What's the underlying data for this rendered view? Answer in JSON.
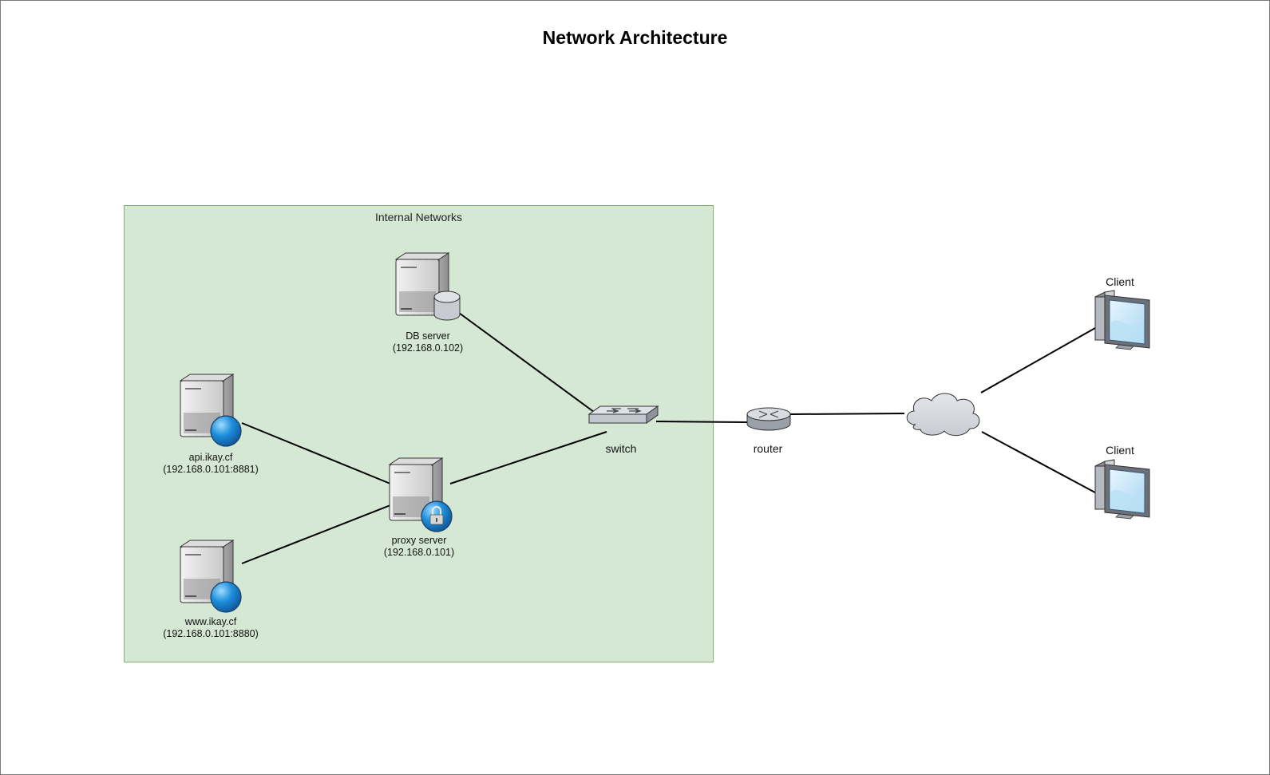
{
  "title": "Network Architecture",
  "group": {
    "label": "Internal Networks",
    "fill": "#d5e8d4",
    "stroke": "#82b366"
  },
  "nodes": {
    "db": {
      "name": "DB server",
      "addr": "(192.168.0.102)",
      "icon": "database-server-icon"
    },
    "api": {
      "name": "api.ikay.cf",
      "addr": "(192.168.0.101:8881)",
      "icon": "web-server-icon"
    },
    "www": {
      "name": "www.ikay.cf",
      "addr": "(192.168.0.101:8880)",
      "icon": "web-server-icon"
    },
    "proxy": {
      "name": "proxy server",
      "addr": "(192.168.0.101)",
      "icon": "secure-server-icon"
    },
    "switch": {
      "name": "switch",
      "icon": "switch-icon"
    },
    "router": {
      "name": "router",
      "icon": "router-icon"
    },
    "cloud": {
      "name": "",
      "icon": "cloud-icon"
    },
    "client1": {
      "name": "Client",
      "icon": "client-pc-icon"
    },
    "client2": {
      "name": "Client",
      "icon": "client-pc-icon"
    }
  },
  "connections": [
    [
      "db",
      "switch"
    ],
    [
      "api",
      "proxy"
    ],
    [
      "www",
      "proxy"
    ],
    [
      "proxy",
      "switch"
    ],
    [
      "switch",
      "router"
    ],
    [
      "router",
      "cloud"
    ],
    [
      "cloud",
      "client1"
    ],
    [
      "cloud",
      "client2"
    ]
  ]
}
